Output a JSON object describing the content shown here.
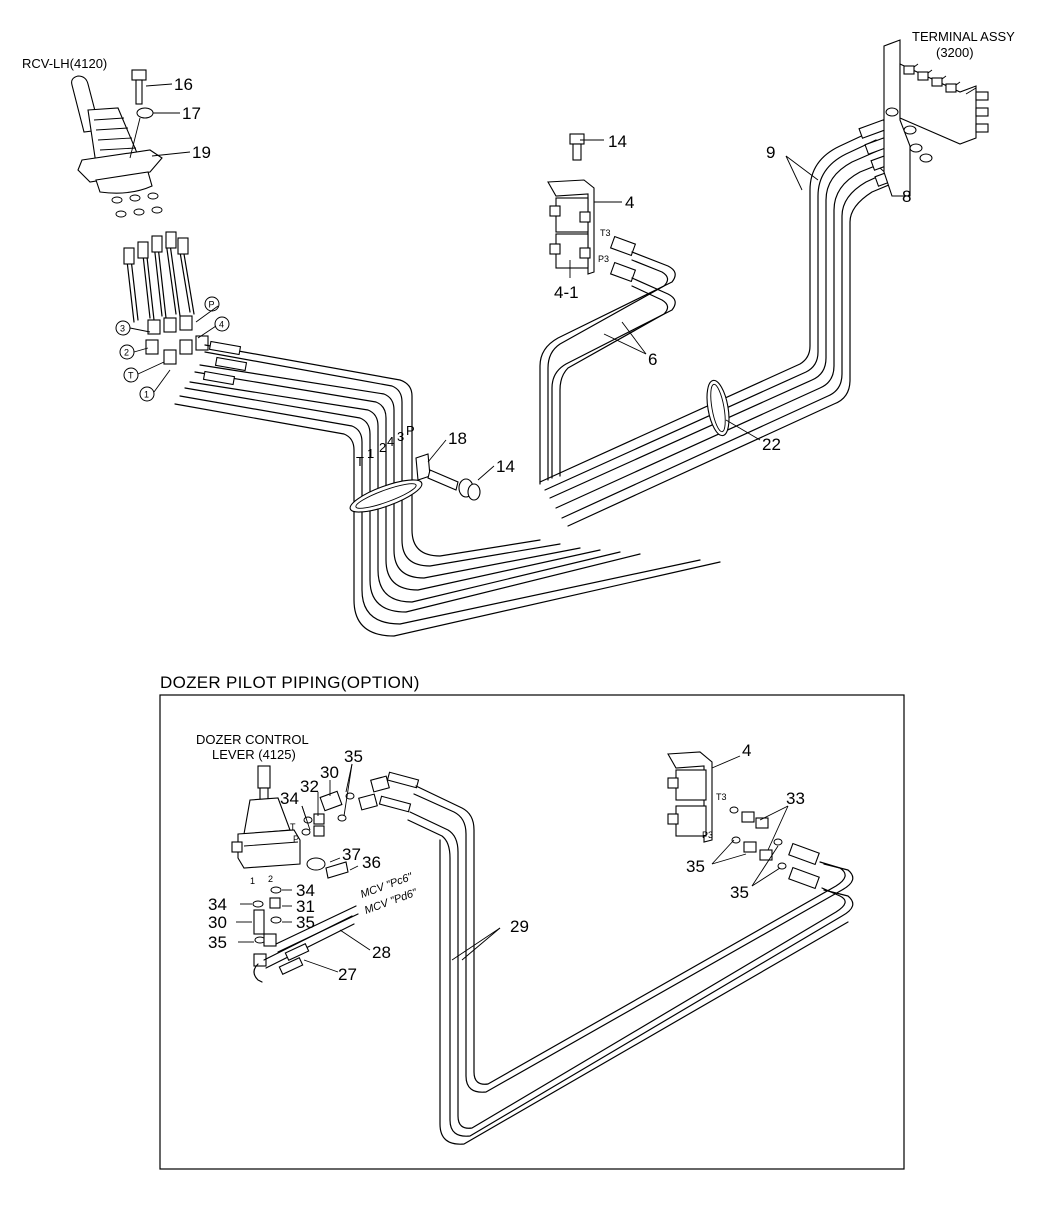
{
  "labels": {
    "rcv_lh": "RCV-LH(4120)",
    "terminal_line1": "TERMINAL ASSY",
    "terminal_line2": "(3200)",
    "dozer_section_title": "DOZER PILOT PIPING(OPTION)",
    "dozer_lever_line1": "DOZER CONTROL",
    "dozer_lever_line2": "LEVER (4125)",
    "mcv_pc6": "MCV \"Pc6\"",
    "mcv_pd6": "MCV \"Pd6\""
  },
  "upper_callouts": {
    "n16": "16",
    "n17": "17",
    "n19": "19",
    "n14a": "14",
    "n4": "4",
    "n4_1": "4-1",
    "n6": "6",
    "n9": "9",
    "n8": "8",
    "n22": "22",
    "n18": "18",
    "n14b": "14"
  },
  "port_markers": {
    "p": "P",
    "p3": "3",
    "p4": "4",
    "p2": "2",
    "pt": "T",
    "p1": "1"
  },
  "hose_tags": {
    "t": "T",
    "h1": "1",
    "h2": "2",
    "h4": "4",
    "h3": "3",
    "hp": "P"
  },
  "block_ports": {
    "t3": "T3",
    "p3": "P3"
  },
  "lower_callouts": {
    "n4": "4",
    "n35a": "35",
    "n30a": "30",
    "n32": "32",
    "n34a": "34",
    "n33": "33",
    "n37": "37",
    "n36": "36",
    "n34b": "34",
    "n34c": "34",
    "n31": "31",
    "n30b": "30",
    "n35b": "35",
    "n35c": "35",
    "n28": "28",
    "n27": "27",
    "n29": "29",
    "n35d": "35",
    "n35e": "35"
  },
  "lever_ports": {
    "t": "T",
    "p": "P",
    "one": "1",
    "two": "2"
  },
  "lower_block_ports": {
    "t3": "T3",
    "p3": "P3"
  }
}
